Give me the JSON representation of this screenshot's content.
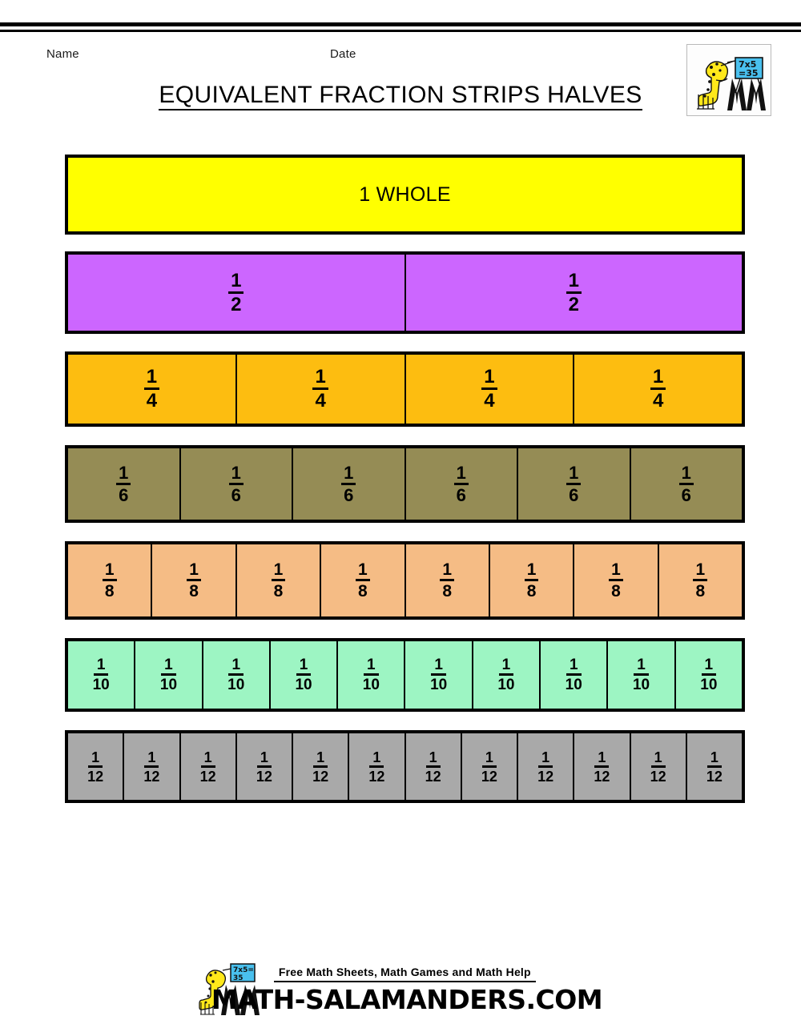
{
  "header": {
    "name_label": "Name",
    "date_label": "Date",
    "title": "EQUIVALENT FRACTION STRIPS HALVES",
    "logo_icon": "salamander-blackboard-logo",
    "logo_board_line1": "7x5",
    "logo_board_line2": "=35"
  },
  "strips": [
    {
      "id": "whole",
      "label": "1 WHOLE",
      "denominator": 1,
      "segments": 1,
      "color": "#FFFF00"
    },
    {
      "id": "halves",
      "numerator": "1",
      "denominator": "2",
      "segments": 2,
      "color": "#CC66FF"
    },
    {
      "id": "fourths",
      "numerator": "1",
      "denominator": "4",
      "segments": 4,
      "color": "#FDBD10"
    },
    {
      "id": "sixths",
      "numerator": "1",
      "denominator": "6",
      "segments": 6,
      "color": "#958C55"
    },
    {
      "id": "eighths",
      "numerator": "1",
      "denominator": "8",
      "segments": 8,
      "color": "#F5BC85"
    },
    {
      "id": "tenths",
      "numerator": "1",
      "denominator": "10",
      "segments": 10,
      "color": "#9DF5C3"
    },
    {
      "id": "twelfths",
      "numerator": "1",
      "denominator": "12",
      "segments": 12,
      "color": "#A9A9A9"
    }
  ],
  "footer": {
    "logo_icon": "salamander-blackboard-logo",
    "tagline": "Free Math Sheets, Math Games and Math Help",
    "domain": "MATH-SALAMANDERS.COM",
    "logo_board_line1": "7x5=",
    "logo_board_line2": "35"
  },
  "colors": {
    "border": "#000000",
    "page_background": "#FFFFFF",
    "text": "#000000"
  }
}
